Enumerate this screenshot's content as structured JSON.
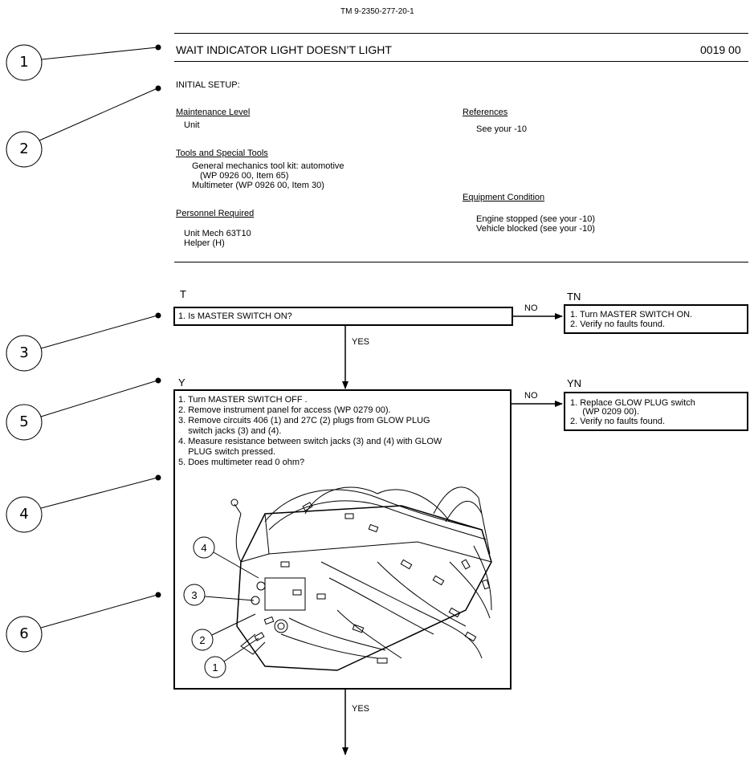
{
  "header": {
    "doc_number": "TM 9-2350-277-20-1"
  },
  "title": {
    "text": "WAIT INDICATOR LIGHT DOESN’T LIGHT",
    "wp_number": "0019 00"
  },
  "setup": {
    "heading": "INITIAL SETUP:",
    "maintenance_level": {
      "label": "Maintenance Level",
      "value": "Unit"
    },
    "tools": {
      "label": "Tools and Special Tools",
      "lines": [
        "General mechanics tool kit: automotive",
        "(WP 0926 00, Item 65)",
        "Multimeter (WP 0926 00, Item 30)"
      ]
    },
    "personnel": {
      "label": "Personnel Required",
      "lines": [
        "Unit Mech 63T10",
        "Helper (H)"
      ]
    },
    "references": {
      "label": "References",
      "value": "See your -10"
    },
    "equipment": {
      "label": "Equipment Condition",
      "lines": [
        "Engine stopped (see your -10)",
        "Vehicle blocked (see your -10)"
      ]
    }
  },
  "callouts": [
    "1",
    "2",
    "3",
    "5",
    "4",
    "6"
  ],
  "flow": {
    "step_t": {
      "tag": "T",
      "text": "1.  Is MASTER SWITCH ON?"
    },
    "step_tn": {
      "tag": "TN",
      "no_label": "NO",
      "lines": [
        "1.  Turn MASTER SWITCH ON.",
        "2.  Verify no faults found."
      ]
    },
    "yes1": "YES",
    "step_y": {
      "tag": "Y",
      "lines": [
        "1. Turn MASTER SWITCH OFF .",
        "2. Remove instrument panel for access (WP 0279 00).",
        "3. Remove circuits 406 (1) and 27C (2) plugs from GLOW PLUG",
        "    switch jacks (3) and (4).",
        "4. Measure resistance between switch jacks (3) and (4) with GLOW",
        "    PLUG switch pressed.",
        "5. Does multimeter read 0 ohm?"
      ]
    },
    "step_yn": {
      "tag": "YN",
      "no_label": "NO",
      "lines": [
        "1.  Replace GLOW PLUG switch",
        "     (WP 0209 00).",
        "2.  Verify no faults found."
      ]
    },
    "yes2": "YES"
  },
  "illustration": {
    "callouts": [
      "4",
      "3",
      "2",
      "1"
    ]
  }
}
